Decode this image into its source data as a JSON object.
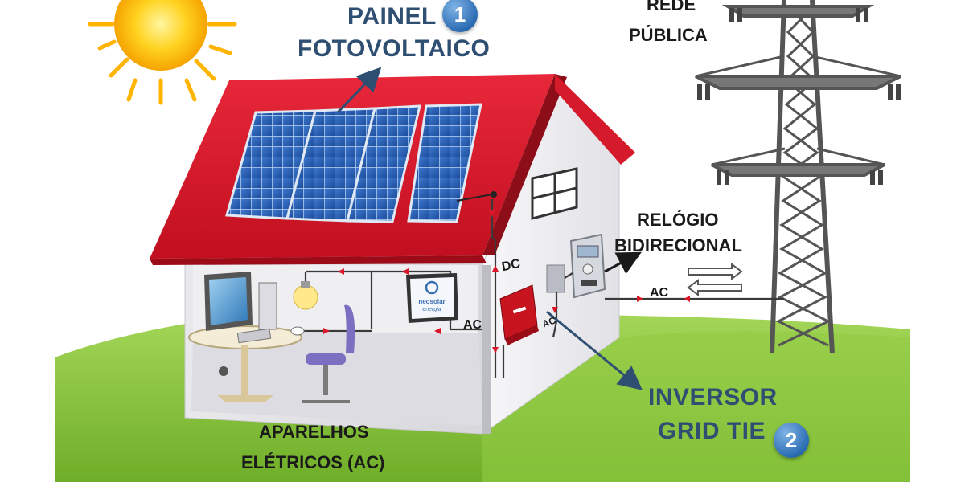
{
  "labels": {
    "painel_line1": "PAINEL",
    "painel_line2": "FOTOVOLTAICO",
    "painel_number": "1",
    "rede_line1": "REDE",
    "rede_line2": "PÚBLICA",
    "relogio_line1": "RELÓGIO",
    "relogio_line2": "BIDIRECIONAL",
    "inversor_line1": "INVERSOR",
    "inversor_line2": "GRID TIE",
    "inversor_number": "2",
    "aparelhos_line1": "APARELHOS",
    "aparelhos_line2": "ELÉTRICOS (AC)",
    "dc": "DC",
    "ac_room": "AC",
    "ac_inverter": "AC",
    "ac_grid": "AC",
    "monitor_brand_line1": "neosolar",
    "monitor_brand_line2": "energia"
  },
  "icons": [
    "sun-icon",
    "solar-panel-icon",
    "transmission-tower-icon",
    "house-icon",
    "computer-icon",
    "lamp-icon",
    "chair-icon",
    "inverter-icon",
    "meter-icon",
    "bidirectional-arrows-icon"
  ],
  "colors": {
    "roof": "#d9182a",
    "panel": "#2a5fb0",
    "grass": "#8fc93c",
    "label_blue": "#2f4f72",
    "wire_arrow": "#d9182a",
    "badge": "#2b6cb3"
  }
}
